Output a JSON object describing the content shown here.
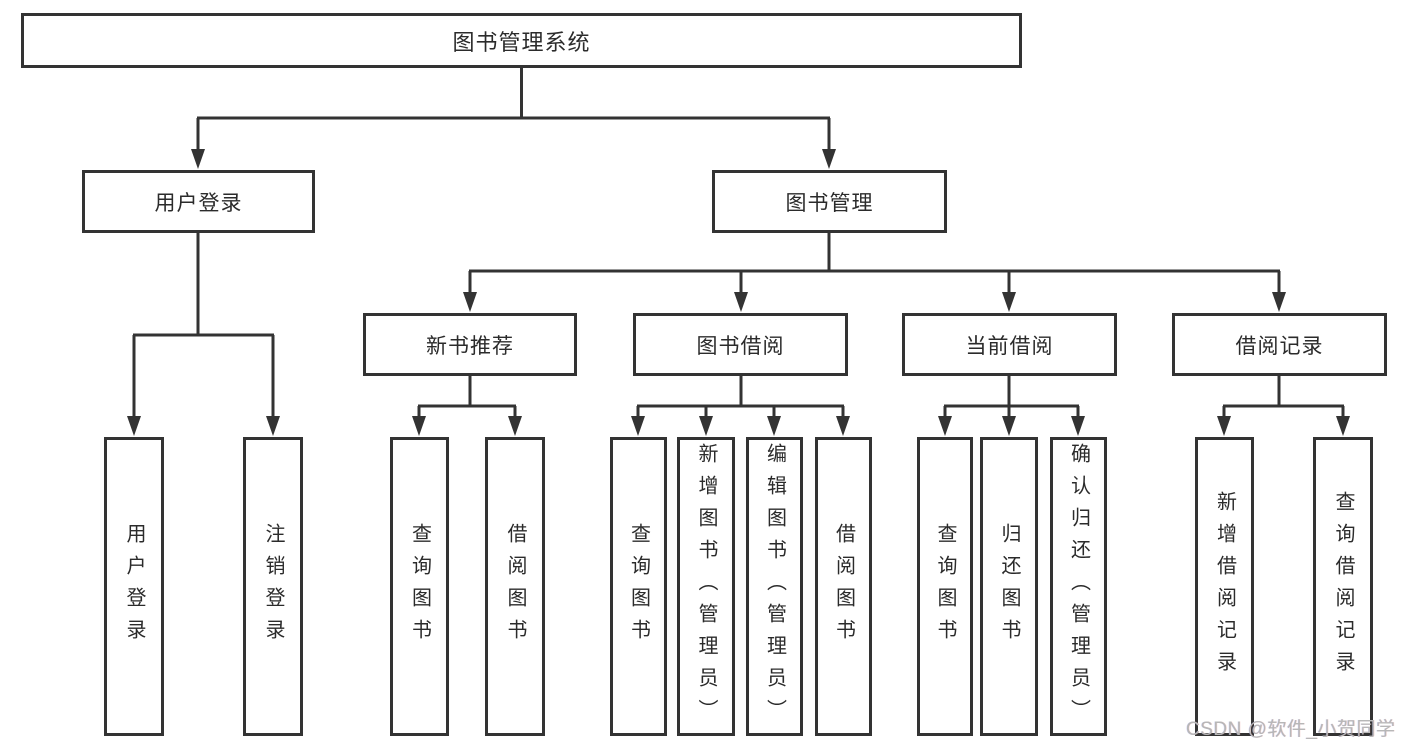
{
  "colors": {
    "line": "#333333",
    "box_border": "#333333",
    "text": "#2b2b2b",
    "background": "#ffffff",
    "watermark": "#b7b7b7"
  },
  "watermark": {
    "text": "CSDN @软件_小贺同学"
  },
  "tree": {
    "root": "图书管理系统",
    "level2": [
      {
        "label": "用户登录",
        "leaves": [
          "用户登录",
          "注销登录"
        ]
      },
      {
        "label": "图书管理",
        "groups": [
          {
            "label": "新书推荐",
            "leaves": [
              "查询图书",
              "借阅图书"
            ]
          },
          {
            "label": "图书借阅",
            "leaves": [
              "查询图书",
              "新增图书（管理员）",
              "编辑图书（管理员）",
              "借阅图书"
            ]
          },
          {
            "label": "当前借阅",
            "leaves": [
              "查询图书",
              "归还图书",
              "确认归还（管理员）"
            ]
          },
          {
            "label": "借阅记录",
            "leaves": [
              "新增借阅记录",
              "查询借阅记录"
            ]
          }
        ]
      }
    ]
  }
}
